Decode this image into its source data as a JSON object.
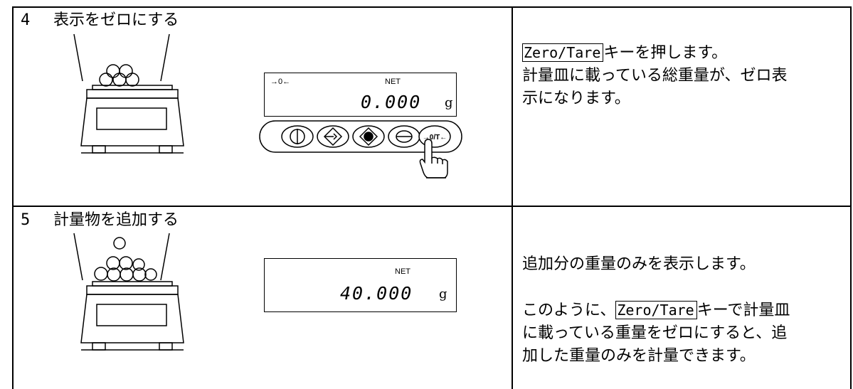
{
  "steps": [
    {
      "number": "4",
      "title": "表示をゼロにする",
      "display": {
        "zero_indicator": "→0←",
        "net_indicator": "NET",
        "value": "0.000",
        "unit": "g"
      },
      "description": {
        "key_label": "Zero/Tare",
        "line1_after_key": "キーを押します。",
        "line2": "計量皿に載っている総重量が、ゼロ表",
        "line3": "示になります。"
      },
      "keypad": {
        "zero_tare_key_label": "→0/T←"
      }
    },
    {
      "number": "5",
      "title": "計量物を追加する",
      "display": {
        "net_indicator": "NET",
        "value": "40.000",
        "unit": "g"
      },
      "description": {
        "line1": "追加分の重量のみを表示します。",
        "line2_before_key": "このように、",
        "key_label": "Zero/Tare",
        "line2_after_key": "キーで計量皿",
        "line3": "に載っている重量をゼロにすると、追",
        "line4": "加した重量のみを計量できます。"
      }
    }
  ],
  "icons": [
    "balance-scale-icon",
    "keypad-icon",
    "pressing-finger-icon",
    "power-key-icon",
    "mode-key-icon",
    "print-key-icon",
    "cal-key-icon",
    "zero-tare-key-icon"
  ]
}
